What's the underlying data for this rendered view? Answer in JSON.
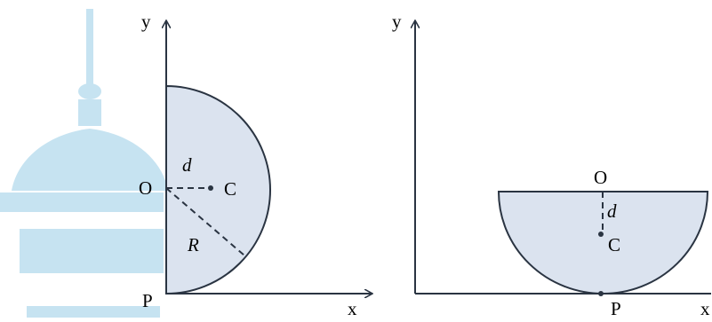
{
  "colors": {
    "watermark": "#c6e3f1",
    "shape_fill": "#dbe3ef",
    "stroke": "#2a3442"
  },
  "left_figure": {
    "y_axis_label": "y",
    "x_axis_label": "x",
    "origin_label": "O",
    "centroid_label": "C",
    "distance_label": "d",
    "radius_label": "R",
    "bottom_point_label": "P"
  },
  "right_figure": {
    "y_axis_label": "y",
    "x_axis_label": "x",
    "origin_label": "O",
    "centroid_label": "C",
    "distance_label": "d",
    "contact_point_label": "P"
  }
}
